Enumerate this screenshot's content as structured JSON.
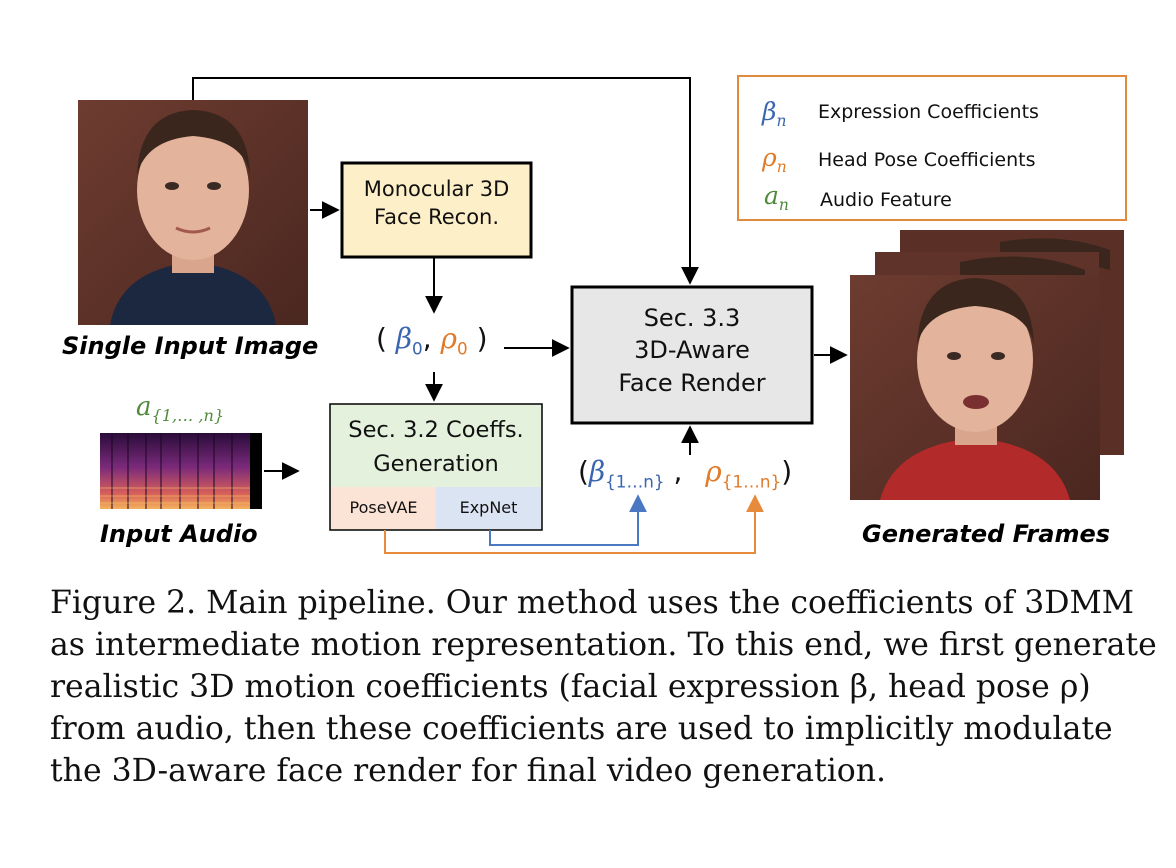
{
  "figure": {
    "input_image_label": "Single Input Image",
    "recon_box": {
      "line1": "Monocular 3D",
      "line2": "Face Recon."
    },
    "render_box": {
      "line1": "Sec. 3.3",
      "line2": "3D-Aware",
      "line3": "Face Render"
    },
    "gen_box": {
      "line1": "Sec. 3.2 Coeffs.",
      "line2": "Generation",
      "posevae": "PoseVAE",
      "expnet": "ExpNet"
    },
    "audio_label": "Input Audio",
    "audio_symbol": "a",
    "audio_symbol_sub": "{1,… ,n}",
    "init_coeffs": {
      "open": "(",
      "beta": "β",
      "beta_sub": "0",
      "comma": ",",
      "rho": "ρ",
      "rho_sub": "0",
      "close": ")"
    },
    "seq_coeffs": {
      "open": "(",
      "beta": "β",
      "beta_sub": "{1…n}",
      "comma": ",",
      "rho": "ρ",
      "rho_sub": "{1…n}",
      "close": ")"
    },
    "output_label": "Generated Frames",
    "legend": [
      {
        "symbol": "β",
        "sub": "n",
        "text": "Expression Coefficients",
        "color": "#3a66b0"
      },
      {
        "symbol": "ρ",
        "sub": "n",
        "text": "Head Pose Coefficients",
        "color": "#e07b2a"
      },
      {
        "symbol": "a",
        "sub": "n",
        "text": "Audio Feature",
        "color": "#4f8a3c"
      }
    ],
    "colors": {
      "beta": "#3a66b0",
      "rho": "#e07b2a",
      "audio": "#4f8a3c",
      "recon_fill": "#fdf0c8",
      "gen_fill": "#e4f1dc",
      "render_fill": "#e7e7e7",
      "posevae_fill": "#fbe4d6",
      "expnet_fill": "#dbe4f3",
      "legend_border": "#e08a3e"
    }
  },
  "caption": {
    "lines": [
      "Figure 2. Main pipeline. Our method uses the coefficients of 3DMM",
      "as intermediate motion representation. To this end, we first generate",
      "realistic 3D motion coefficients (facial expression β, head pose ρ)",
      "from audio, then these coefficients are used to implicitly modulate",
      "the 3D-aware face render for final video generation."
    ]
  }
}
